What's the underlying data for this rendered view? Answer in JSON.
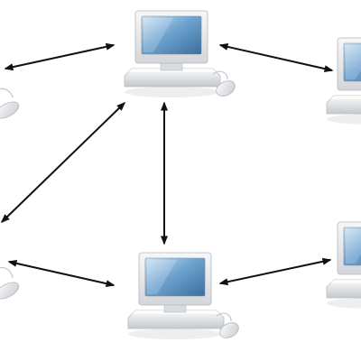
{
  "diagram": {
    "type": "peer-to-peer-network",
    "background": "#ffffff",
    "colors": {
      "arrow": "#111111",
      "monitor_casing_light": "#f4f5f6",
      "monitor_casing_dark": "#c9ccd0",
      "screen_light": "#cfe4f5",
      "screen_mid": "#6fa3cf",
      "screen_dark": "#3a6f9e",
      "base_light": "#f7f8f9",
      "base_dark": "#c4c8cc",
      "shadow": "#e3e5e7"
    },
    "nodes": [
      {
        "id": "top-center",
        "icon": "desktop-computer-icon"
      },
      {
        "id": "bottom-center",
        "icon": "desktop-computer-icon"
      },
      {
        "id": "left-upper",
        "icon": "desktop-computer-icon"
      },
      {
        "id": "left-lower",
        "icon": "desktop-computer-icon"
      },
      {
        "id": "right-upper",
        "icon": "desktop-computer-icon"
      },
      {
        "id": "right-lower",
        "icon": "desktop-computer-icon"
      }
    ],
    "connections": [
      {
        "from": "left-upper",
        "to": "top-center",
        "bidirectional": true
      },
      {
        "from": "top-center",
        "to": "right-upper",
        "bidirectional": true
      },
      {
        "from": "top-center",
        "to": "bottom-center",
        "bidirectional": true
      },
      {
        "from": "top-center",
        "to": "left-lower",
        "bidirectional": true
      },
      {
        "from": "left-lower",
        "to": "bottom-center",
        "bidirectional": true
      },
      {
        "from": "bottom-center",
        "to": "right-lower",
        "bidirectional": true
      }
    ]
  }
}
